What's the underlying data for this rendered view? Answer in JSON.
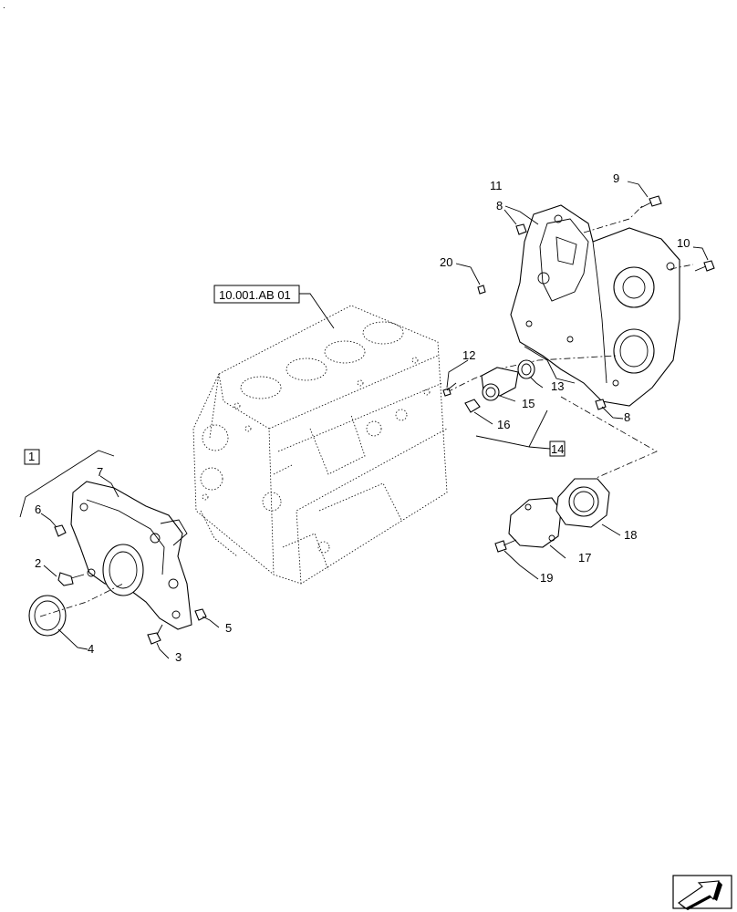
{
  "diagram": {
    "corner_mark": ".",
    "callouts": [
      "1",
      "2",
      "3",
      "4",
      "5",
      "6",
      "7",
      "8",
      "9",
      "10",
      "11",
      "12",
      "13",
      "14",
      "15",
      "16",
      "17",
      "18",
      "19",
      "20"
    ],
    "reference_label": "10.001.AB 01",
    "nav_icon": "next-page-arrow-icon"
  }
}
